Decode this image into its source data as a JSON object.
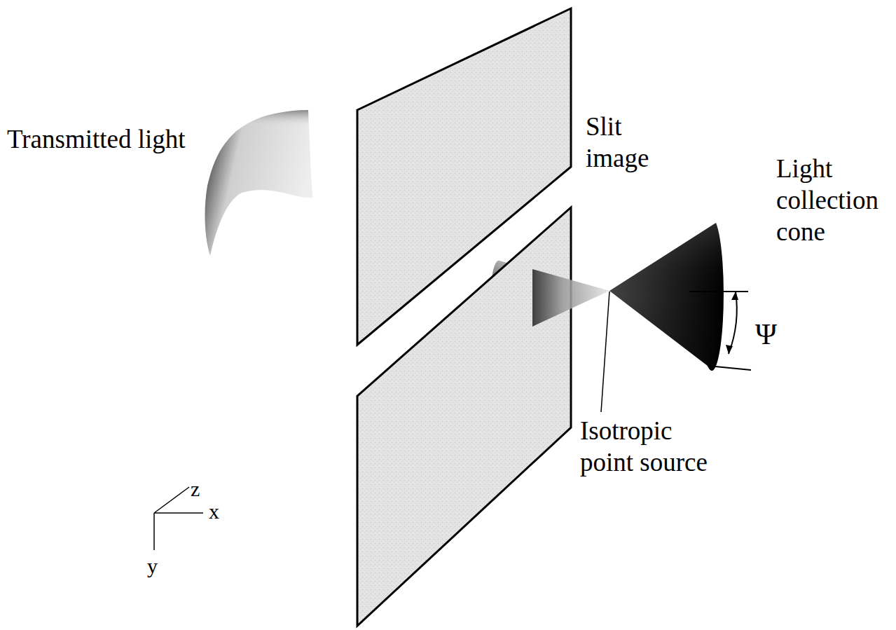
{
  "diagram": {
    "labels": [
      "Transmitted light",
      "Slit image",
      "Light collection cone",
      "Isotropic point source",
      "Ψ",
      "z",
      "x",
      "y"
    ]
  }
}
